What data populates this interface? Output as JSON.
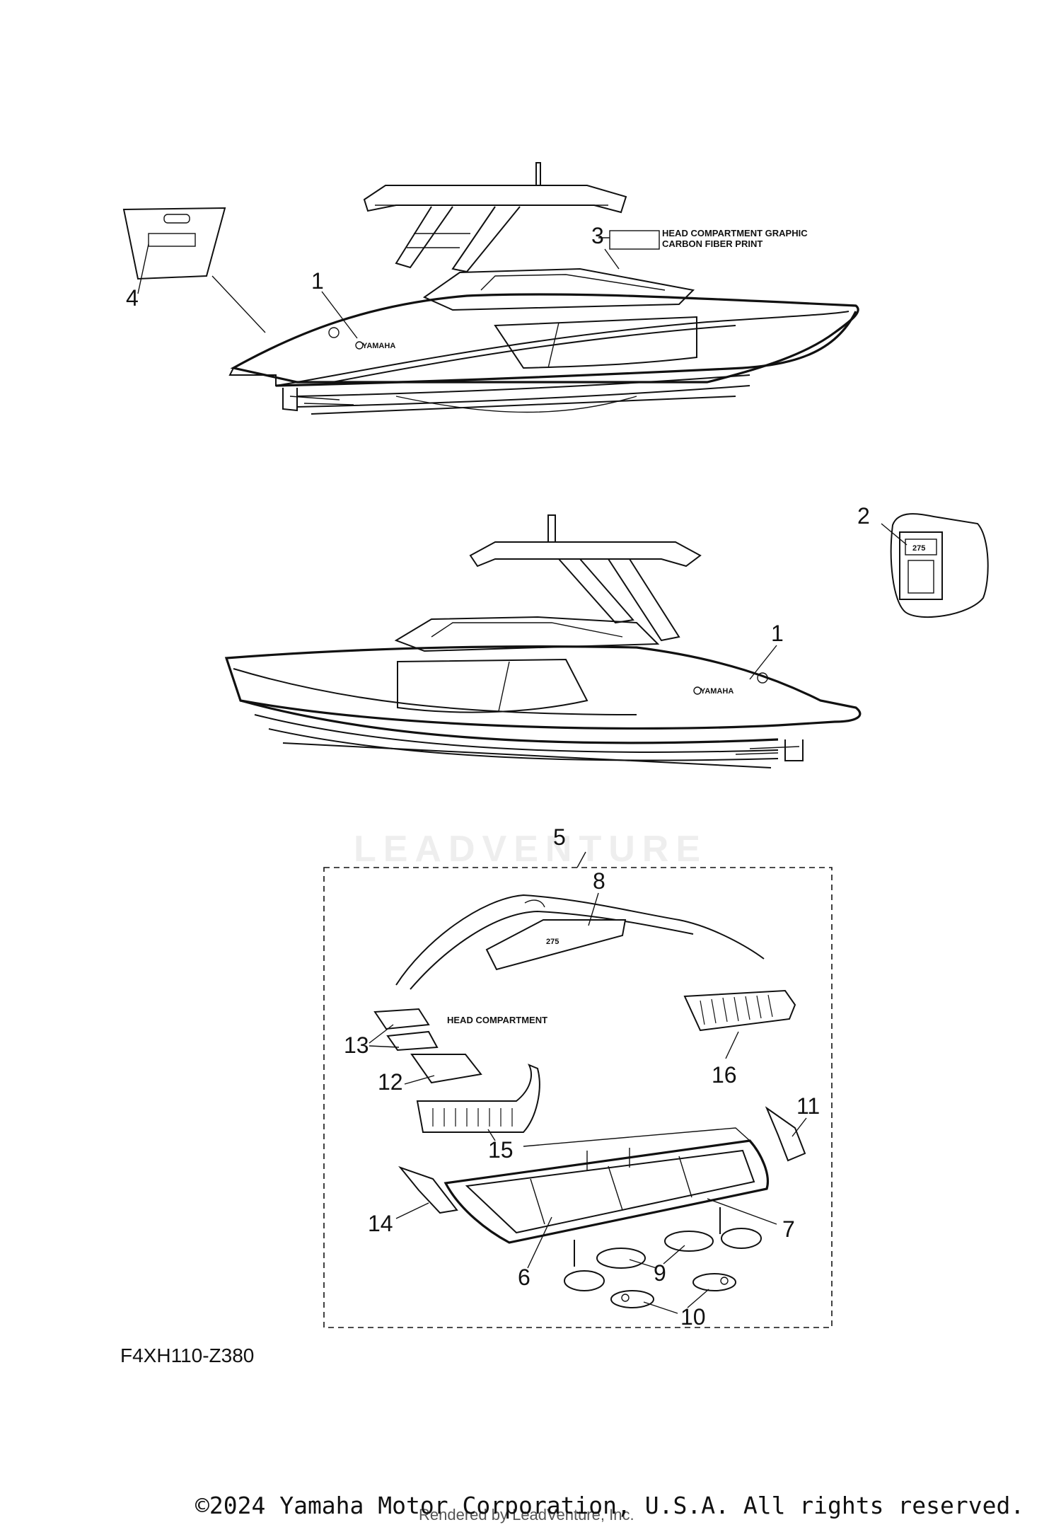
{
  "callouts": {
    "c1_top": "1",
    "c1_mid": "1",
    "c2": "2",
    "c3": "3",
    "c4": "4",
    "c5": "5",
    "c6": "6",
    "c7": "7",
    "c8": "8",
    "c9": "9",
    "c10": "10",
    "c11": "11",
    "c12": "12",
    "c13": "13",
    "c14": "14",
    "c15": "15",
    "c16": "16"
  },
  "graphic_note": {
    "line1": "HEAD COMPARTMENT GRAPHIC",
    "line2": "CARBON FIBER PRINT"
  },
  "head_compartment_label": "HEAD COMPARTMENT",
  "model_badge": "275",
  "brand_on_hull": "YAMAHA",
  "watermark": "LEADVENTURE",
  "drawing_code": "F4XH110-Z380",
  "copyright": "©2024 Yamaha Motor Corporation, U.S.A. All rights reserved.",
  "rendered_by": "Rendered by LeadVenture, Inc."
}
